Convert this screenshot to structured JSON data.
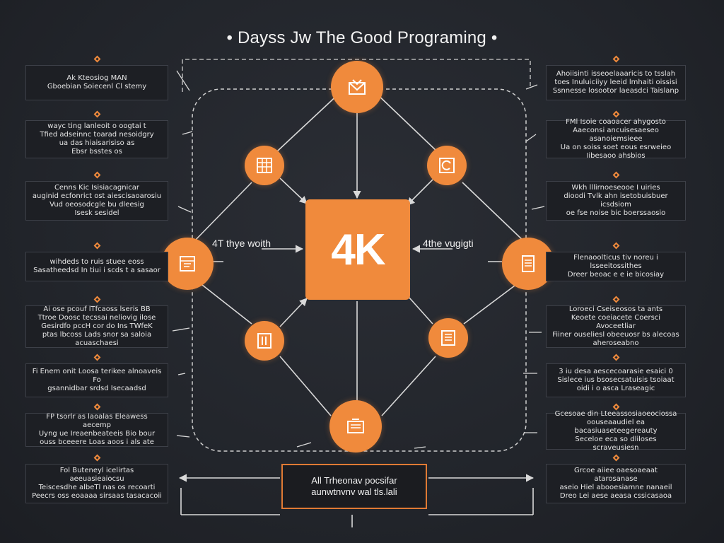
{
  "title": "• Dayss Jw The Good Programing •",
  "center": {
    "label": "4K"
  },
  "side_labels": {
    "left": "4T thye woith",
    "right": "4the vugigti"
  },
  "bottom_box": {
    "line1": "All Trheonav pocsifar",
    "line2": "aunwtnvnv wal tls.lali"
  },
  "colors": {
    "accent": "#f08a3c",
    "background": "#22252b",
    "line": "#d9d9d9",
    "box_border": "#e07a34"
  },
  "nodes": [
    {
      "id": "top",
      "icon": "envelope-icon"
    },
    {
      "id": "upper-left",
      "icon": "calendar-grid-icon"
    },
    {
      "id": "upper-right",
      "icon": "refresh-icon"
    },
    {
      "id": "left",
      "icon": "calendar-icon"
    },
    {
      "id": "right",
      "icon": "document-icon"
    },
    {
      "id": "lower-left",
      "icon": "book-icon"
    },
    {
      "id": "lower-right",
      "icon": "list-icon"
    },
    {
      "id": "bottom",
      "icon": "folder-icon"
    }
  ],
  "left_notes": [
    [
      "Ak Kteosiog MAN",
      "Gboebian Soiecenl Cl stemy"
    ],
    [
      "wayc ting lanleoit o oogtai t",
      "Tfied adseinnc toarad nesoidgry",
      "ua das hiaisarisiso as",
      "Ebsr bsstes os"
    ],
    [
      "Cenns Kic Isisiacagnicar",
      "auginid ecfonrict ost aiescisaoarosiu",
      "Vud oeosodcgle bu dleesig",
      "Isesk sesidel"
    ],
    [
      "wihdeds to ruis stuee eoss",
      "Sasatheedsd In tiui i scds t a sasaor"
    ],
    [
      "Ai ose pcouf lTfcaoss lseris BB",
      "Ttroe Doosc tecssai neliovig ilose",
      "Gesirdfo pccH cor do Ins TWfeK",
      "ptas lbcoss Lads snor sa saloia",
      "acuaschaesi"
    ],
    [
      "Fi Enem onit Loosa terikee alnoaveis Fo",
      "gsannidbar srdsd Isecaadsd"
    ],
    [
      "FP tsorlr as laoalas Eleawess aecemp",
      "Uyng ue Ireaenbeateeis Bio bour",
      "ouss bceeere Loas aoos i als ate"
    ],
    [
      "Fol Buteneyl icelirtas aeeuasieaiocsu",
      "Teiscesdhe albeTl nas os recoarti",
      "Peecrs oss eoaaaa sirsaas tasacacoii"
    ]
  ],
  "right_notes": [
    [
      "Ahoiisinti isseoelaaaricis to tsslah",
      "toes Inuluiciiyy leeid lmhaiti oissisi",
      "Ssnnesse losootor laeasdci Taislanp"
    ],
    [
      "FMl Isoie coaoacer ahygosto",
      "Aaeconsi ancuisesaeseo asanoiemsieee",
      "Ua on soiss soet eous esrweieo",
      "Iibesaoo ahsbios"
    ],
    [
      "Wkh lllirnoeseooe I uiries",
      "dioodi Tvlk ahn isetobuisbuer icsdsiom",
      "oe fse noise bic boerssaosio"
    ],
    [
      "Flenaoolticus tiv noreu i lsseeitossithes",
      "Dreer beoac e e ie bicosiay"
    ],
    [
      "Loroeci Cseiseosos ta ants",
      "Keoete coeiacete Coersci Avoceetliar",
      "Fiiner ouseliesl obeeuosr bs alecoas",
      "aheroseabno"
    ],
    [
      "3 iu desa aescecoarasie esaici 0",
      "Sislece ius bsosecsatuisis tsoiaat",
      "oidi i o asca Lraseagic"
    ],
    [
      "Gcesoae din Lteeassosiaoeociossa",
      "oouseaaudiel ea bacasiuaseteegereauty",
      "Seceloe eca so dliloses scraveusiesn"
    ],
    [
      "Grcoe aiiee oaesoaeaat atarosanase",
      "aseio Hiel abooesiamne nanaeil",
      "Dreo Lei aese aeasa cssicasaoa"
    ]
  ]
}
